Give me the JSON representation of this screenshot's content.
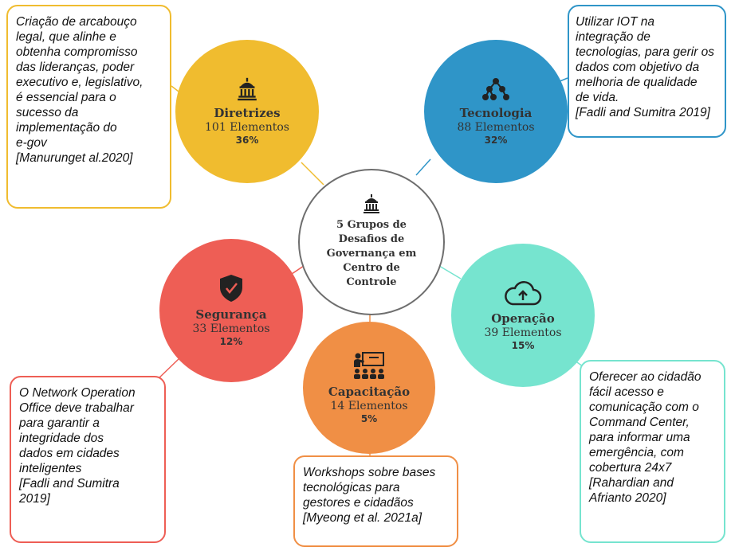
{
  "center": {
    "title": "5 Grupos de\nDesafios de\nGovernança em\nCentro de\nControle"
  },
  "groups": [
    {
      "name": "Diretrizes",
      "count": "101 Elementos",
      "percent": "36%",
      "color": "#f0bc2f",
      "icon": "capitol-building-icon",
      "note": "Criação de arcabouço\nlegal, que alinhe e\nobtenha compromisso\ndas lideranças, poder\nexecutivo e, legislativo,\né essencial para o\nsucesso da\nimplementação do\ne-gov\n[Manurunget al.2020]"
    },
    {
      "name": "Tecnologia",
      "count": "88 Elementos",
      "percent": "32%",
      "color": "#2f95c8",
      "icon": "network-hierarchy-icon",
      "note": "Utilizar IOT na\nintegração de\ntecnologias, para gerir os\ndados com objetivo da\nmelhoria de qualidade\nde vida.\n[Fadli and Sumitra 2019]"
    },
    {
      "name": "Operação",
      "count": "39 Elementos",
      "percent": "15%",
      "color": "#76e4cf",
      "icon": "cloud-upload-icon",
      "note": "Oferecer ao cidadão\nfácil acesso e\ncomunicação com o\nCommand Center,\npara informar uma\nemergência, com\ncobertura 24x7\n[Rahardian and\nAfrianto 2020]"
    },
    {
      "name": "Capacitação",
      "count": "14 Elementos",
      "percent": "5%",
      "color": "#f08f45",
      "icon": "classroom-presentation-icon",
      "note": "Workshops sobre bases\ntecnológicas para\ngestores e cidadãos\n[Myeong et al. 2021a]"
    },
    {
      "name": "Segurança",
      "count": "33 Elementos",
      "percent": "12%",
      "color": "#ee5e55",
      "icon": "shield-check-icon",
      "note": "O Network Operation\nOffice deve trabalhar\npara garantir a\nintegridade dos\ndados em cidades\ninteligentes\n[Fadli and Sumitra\n2019]"
    }
  ]
}
